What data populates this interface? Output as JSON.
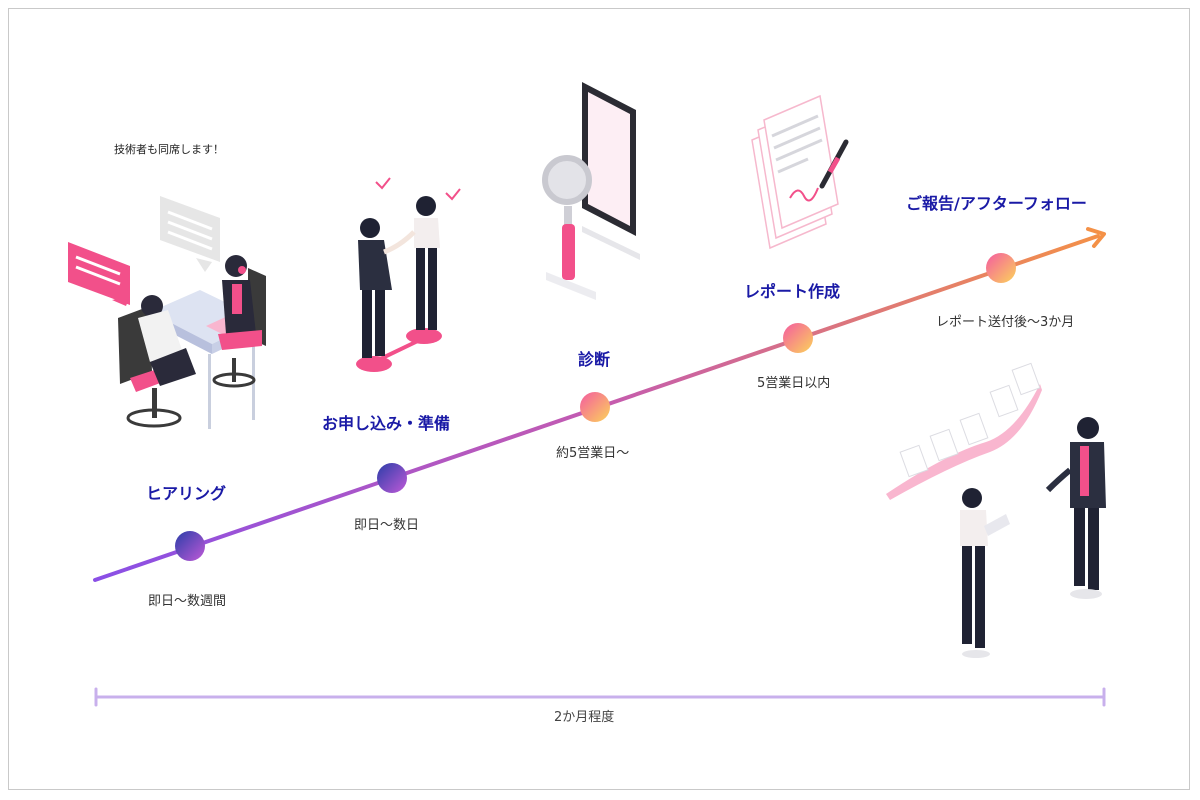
{
  "note": "技術者も同席します！",
  "steps": [
    {
      "title": "ヒアリング",
      "duration": "即日〜数週間"
    },
    {
      "title": "お申し込み・準備",
      "duration": "即日〜数日"
    },
    {
      "title": "診断",
      "duration": "約5営業日〜"
    },
    {
      "title": "レポート作成",
      "duration": "5営業日以内"
    },
    {
      "title": "ご報告/アフターフォロー",
      "duration": "レポート送付後〜3か月"
    }
  ],
  "span_label": "2か月程度",
  "colors": {
    "title": "#1a1aa6",
    "line_start": "#8a4fe6",
    "line_end": "#f28a4a",
    "pink": "#f2508a",
    "span": "#c8b0ec"
  }
}
